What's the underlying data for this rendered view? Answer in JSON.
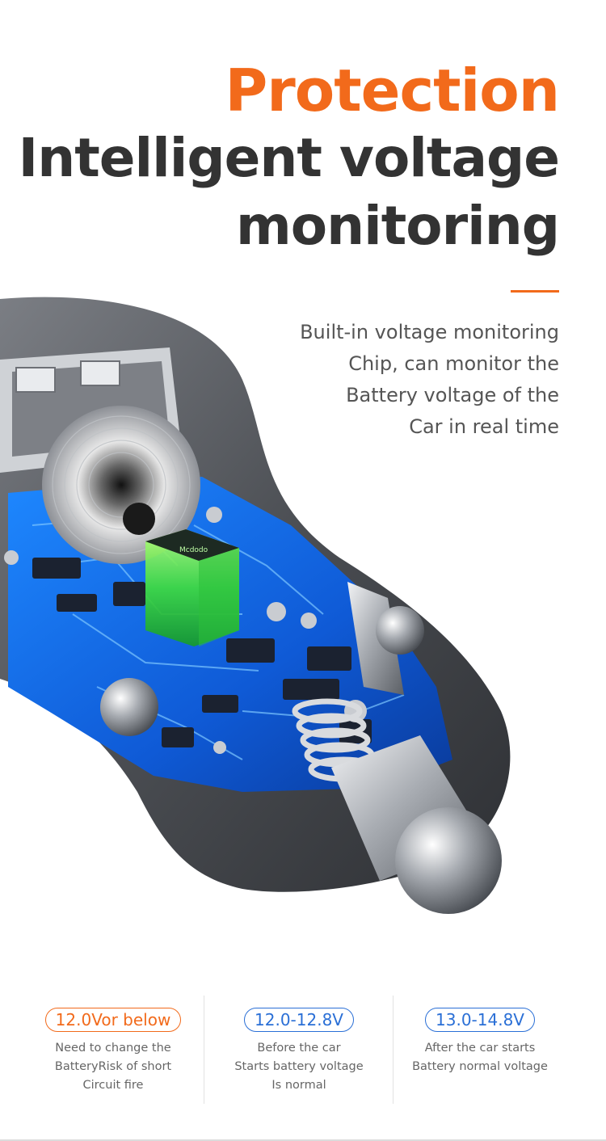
{
  "headline": {
    "accent": "Protection",
    "line1": "Intelligent voltage",
    "line2": "monitoring"
  },
  "description": {
    "lines": [
      "Built-in voltage monitoring",
      "Chip, can monitor the",
      "Battery voltage of the",
      "Car in real time"
    ]
  },
  "product_image": {
    "chip_logo_text": "Mcdodo"
  },
  "stats": [
    {
      "badge": "12.0Vor below",
      "color": "#f26a1b",
      "lines": [
        "Need to change the",
        "BatteryRisk of short",
        "Circuit fire"
      ]
    },
    {
      "badge": "12.0-12.8V",
      "color": "#2a6fd6",
      "lines": [
        "Before the car",
        "Starts battery voltage",
        "Is normal"
      ]
    },
    {
      "badge": "13.0-14.8V",
      "color": "#2a6fd6",
      "lines": [
        "After the car starts",
        "Battery normal voltage"
      ]
    }
  ]
}
